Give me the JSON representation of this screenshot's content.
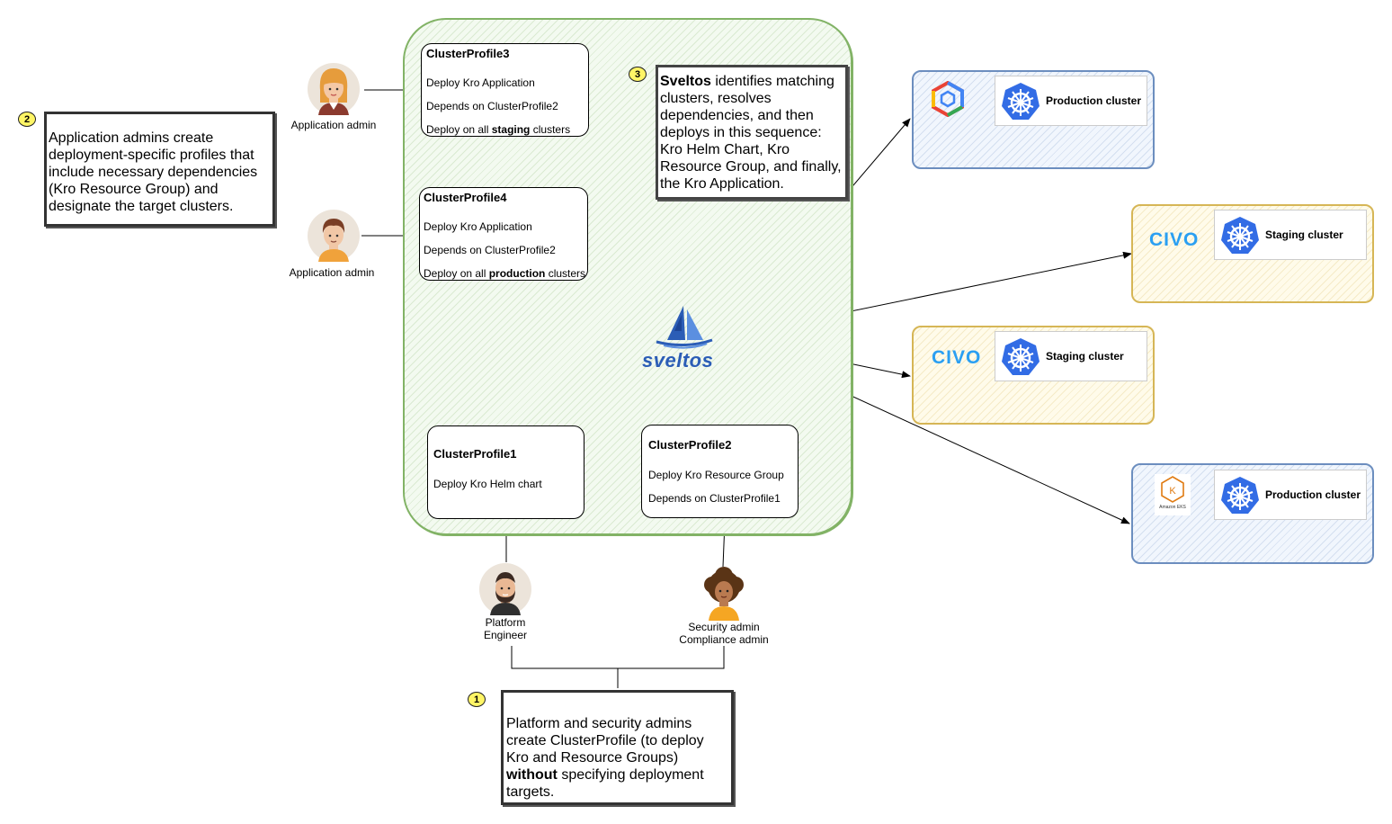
{
  "colors": {
    "green_border": "#82b366",
    "blue_border": "#6c8ebf",
    "gold_border": "#d6b656",
    "badge_fill": "#fff566",
    "sveltos_blue": "#2b5db6",
    "k8s_blue": "#326ce5",
    "civo_blue": "#2a9ff2"
  },
  "profiles": {
    "cp3": {
      "title": "ClusterProfile3",
      "line1": "Deploy Kro Application",
      "line2": "Depends on ClusterProfile2",
      "line3_pre": "Deploy on all ",
      "line3_bold": "staging",
      "line3_post": " clusters"
    },
    "cp4": {
      "title": "ClusterProfile4",
      "line1": "Deploy Kro Application",
      "line2": "Depends on ClusterProfile2",
      "line3_pre": "Deploy on all ",
      "line3_bold": "production",
      "line3_post": " clusters"
    },
    "cp1": {
      "title": "ClusterProfile1",
      "line1": "Deploy Kro Helm chart"
    },
    "cp2": {
      "title": "ClusterProfile2",
      "line1": "Deploy Kro Resource Group",
      "line2": "Depends on ClusterProfile1"
    }
  },
  "people": {
    "app_admin_1": "Application admin",
    "app_admin_2": "Application admin",
    "platform_engineer": [
      "Platform",
      "Engineer"
    ],
    "security_admin": [
      "Security admin",
      "Compliance admin"
    ]
  },
  "notes": {
    "note1": {
      "badge": "1",
      "text_pre": "Platform and security admins create ClusterProfile (to deploy Kro and Resource Groups) ",
      "text_bold": "without",
      "text_post": " specifying deployment targets."
    },
    "note2": {
      "badge": "2",
      "text": "Application admins create deployment-specific profiles that include necessary dependencies (Kro Resource Group) and designate the target clusters."
    },
    "note3": {
      "badge": "3",
      "text_bold": "Sveltos",
      "text_post": " identifies matching clusters, resolves dependencies, and then deploys in this sequence: Kro Helm Chart, Kro Resource Group, and finally, the Kro Application."
    }
  },
  "sveltos_logo_text": "sveltos",
  "clusters": [
    {
      "label": "Production cluster",
      "provider_icon": "gke-icon"
    },
    {
      "label": "Staging cluster",
      "provider_text": "CIVO"
    },
    {
      "label": "Staging cluster",
      "provider_text": "CIVO"
    },
    {
      "label": "Production cluster",
      "provider_icon": "eks-icon",
      "provider_caption": "Amazon EKS"
    }
  ]
}
